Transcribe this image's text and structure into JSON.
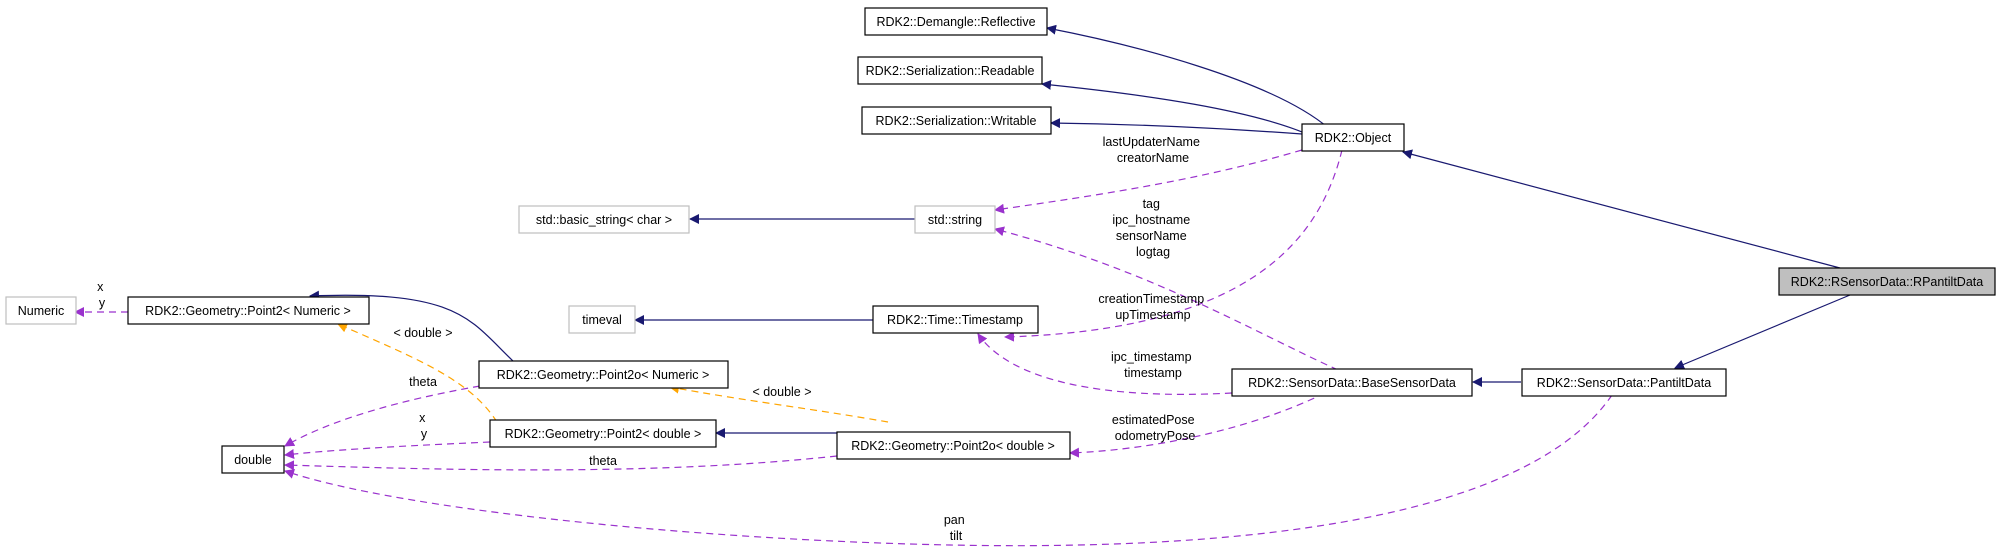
{
  "colors": {
    "inheritance": "#191970",
    "usage": "#9a32cd",
    "template": "#ffa500",
    "node_border": "#000000",
    "node_border_external": "#bfbfbf",
    "focus_fill": "#bfbfbf",
    "background": "#ffffff"
  },
  "nodes": {
    "rpantilt": "RDK2::RSensorData::RPantiltData",
    "object": "RDK2::Object",
    "reflective": "RDK2::Demangle::Reflective",
    "readable": "RDK2::Serialization::Readable",
    "writable": "RDK2::Serialization::Writable",
    "stdstring": "std::string",
    "basicstring": "std::basic_string< char >",
    "numeric": "Numeric",
    "point2num": "RDK2::Geometry::Point2< Numeric >",
    "timeval": "timeval",
    "timestamp": "RDK2::Time::Timestamp",
    "point2onum": "RDK2::Geometry::Point2o< Numeric >",
    "basesensor": "RDK2::SensorData::BaseSensorData",
    "pantilt": "RDK2::SensorData::PantiltData",
    "double": "double",
    "point2dbl": "RDK2::Geometry::Point2< double >",
    "point2odbl": "RDK2::Geometry::Point2o< double >"
  },
  "edge_labels": {
    "object_to_string": [
      "lastUpdaterName",
      "creatorName"
    ],
    "base_to_string": [
      "tag",
      "ipc_hostname",
      "sensorName",
      "logtag"
    ],
    "object_to_timestamp": [
      "creationTimestamp",
      "upTimestamp"
    ],
    "base_to_timestamp": [
      "ipc_timestamp",
      "timestamp"
    ],
    "point2num_to_numeric": [
      "x",
      "y"
    ],
    "point2num_to_point2dbl": [
      "< double >"
    ],
    "point2onum_to_point2odbl": [
      "< double >"
    ],
    "point2onum_to_double": [
      "theta"
    ],
    "point2dbl_to_double": [
      "x",
      "y"
    ],
    "point2odbl_to_double": [
      "theta"
    ],
    "base_to_point2odbl": [
      "estimatedPose",
      "odometryPose"
    ],
    "pantilt_to_double": [
      "pan",
      "tilt"
    ]
  }
}
